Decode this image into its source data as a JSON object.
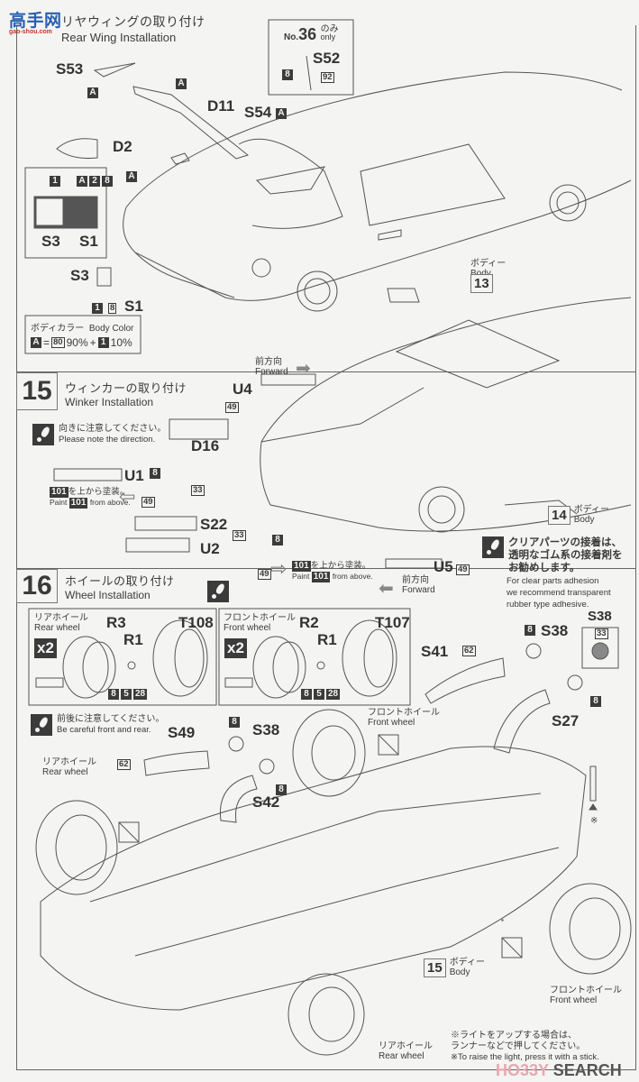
{
  "watermark_top": {
    "logo_text": "高手网",
    "site": "gao-shou.com"
  },
  "step14": {
    "title_jp": "リヤウィングの取り付け",
    "title_en": "Rear Wing Installation",
    "parts": {
      "S53": "S53",
      "D11": "D11",
      "D2": "D2",
      "S54": "S54",
      "S3": "S3",
      "S1": "S1",
      "S52": "S52"
    },
    "color_tag_A": "A",
    "only_box": {
      "prefix": "No.",
      "number": "36",
      "only_jp": "のみ",
      "only_en": "only",
      "tags": [
        "8",
        "92"
      ]
    },
    "detail_box": {
      "tags": [
        "1",
        "A",
        "2",
        "8"
      ],
      "left_label": "S3",
      "right_label": "S1"
    },
    "lower_tags": [
      "1",
      "8"
    ],
    "body_color": {
      "label_jp": "ボディカラー",
      "label_en": "Body Color",
      "formula": [
        "A",
        "=",
        "80",
        "90%",
        "+",
        "1",
        "10%"
      ]
    },
    "body_ref": {
      "jp": "ボディー",
      "en": "Body",
      "number": "13"
    }
  },
  "step15": {
    "number": "15",
    "title_jp": "ウィンカーの取り付け",
    "title_en": "Winker Installation",
    "note_jp": "向きに注意してください。",
    "note_en": "Please note the direction.",
    "forward_top": {
      "jp": "前方向",
      "en": "Forward"
    },
    "forward_bottom": {
      "jp": "前方向",
      "en": "Forward"
    },
    "parts": {
      "U4": "U4",
      "D16": "D16",
      "U1": "U1",
      "S22": "S22",
      "U2": "U2",
      "U5": "U5"
    },
    "tags": {
      "U4": "49",
      "U1_a": "8",
      "U1_b": "49",
      "D16": "33",
      "S22": "33",
      "U2_a": "8",
      "U2_b": "49",
      "U5": "49"
    },
    "paint_note_left": {
      "tag": "101",
      "jp": "を上から塗装。",
      "en_pre": "Paint",
      "en_post": "from above."
    },
    "paint_note_right": {
      "tag": "101",
      "jp": "を上から塗装。",
      "en_pre": "Paint",
      "en_post": "from above."
    },
    "body_ref": {
      "jp": "ボディー",
      "en": "Body",
      "number": "14"
    },
    "clear_parts_note": {
      "jp": [
        "クリアパーツの接着は、",
        "透明なゴム系の接着剤を",
        "お勧めします。"
      ],
      "en": [
        "For clear parts adhesion",
        "we recommend transparent",
        "rubber type adhesive."
      ]
    }
  },
  "step16": {
    "number": "16",
    "title_jp": "ホイールの取り付け",
    "title_en": "Wheel Installation",
    "rear_box": {
      "jp": "リアホイール",
      "en": "Rear wheel",
      "qty": "x2",
      "wheel": "R3",
      "cap": "R1",
      "tire": "T108",
      "tags": [
        "8",
        "5",
        "28"
      ]
    },
    "front_box": {
      "jp": "フロントホイール",
      "en": "Front wheel",
      "qty": "x2",
      "wheel": "R2",
      "cap": "R1",
      "tire": "T107",
      "tags": [
        "8",
        "5",
        "28"
      ]
    },
    "s38_box": {
      "label": "S38",
      "tag": "33"
    },
    "ducts": {
      "S41": "S41",
      "S38": "S38",
      "S27": "S27",
      "S49": "S49",
      "S42": "S42"
    },
    "duct_tags": {
      "S41": "62",
      "S38_a": "8",
      "S38_b": "8",
      "S49": "62",
      "S38_c": "8",
      "S38_d": "8"
    },
    "note_jp": "前後に注意してください。",
    "note_en": "Be careful front and rear.",
    "labels": {
      "front_wheel_top": {
        "jp": "フロントホイール",
        "en": "Front wheel"
      },
      "rear_wheel_left": {
        "jp": "リアホイール",
        "en": "Rear wheel"
      },
      "front_wheel_bottom": {
        "jp": "フロントホイール",
        "en": "Front wheel"
      },
      "rear_wheel_bottom": {
        "jp": "リアホイール",
        "en": "Rear wheel"
      }
    },
    "body_ref": {
      "jp": "ボディー",
      "en": "Body",
      "number": "15"
    },
    "light_note": {
      "jp": [
        "※ライトをアップする場合は、",
        "ランナーなどで押してください。"
      ],
      "en": "※To raise the light, press it with a stick."
    },
    "stick_mark": "※"
  },
  "watermark_bottom": {
    "brand_a": "HO33Y",
    "brand_b": "SEARCH"
  }
}
